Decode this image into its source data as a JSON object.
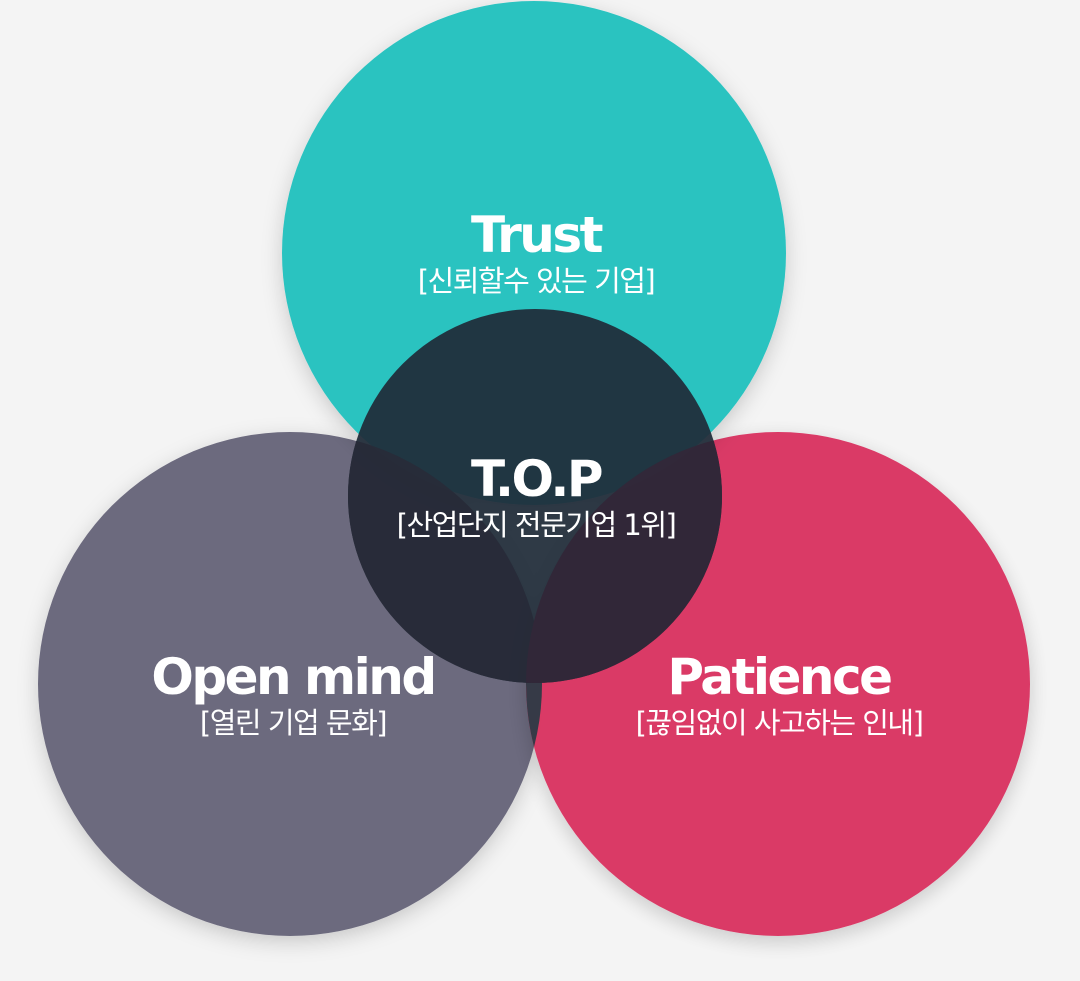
{
  "colors": {
    "background": "#f4f4f4",
    "trust": "#2cc3c0",
    "open_mind": "#6c6a7e",
    "patience": "#da3462",
    "top_center": "#1f2b38",
    "text": "#ffffff"
  },
  "circles": {
    "trust": {
      "title": "Trust",
      "subtitle": "[신뢰할수 있는 기업]"
    },
    "top": {
      "title": "T.O.P",
      "subtitle": "[산업단지 전문기업 1위]"
    },
    "open_mind": {
      "title": "Open mind",
      "subtitle": "[열린 기업 문화]"
    },
    "patience": {
      "title": "Patience",
      "subtitle": "[끊임없이 사고하는 인내]"
    }
  }
}
